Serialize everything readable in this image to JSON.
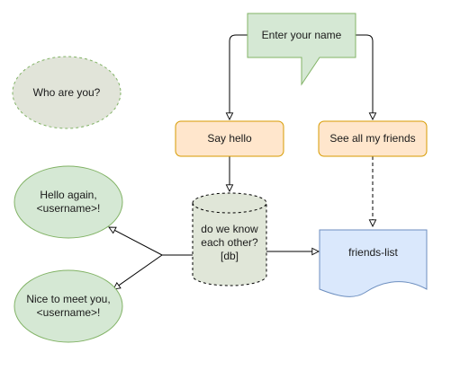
{
  "nodes": {
    "enter_name": "Enter your name",
    "who_are_you": "Who are you?",
    "say_hello": "Say hello",
    "see_friends": "See all my friends",
    "hello_again": "Hello again,\n<username>!",
    "know_each_other": "do we know\neach other?\n[db]",
    "friends_list": "friends-list",
    "nice_to_meet": "Nice to meet you,\n<username>!"
  },
  "colors": {
    "green_fill": "#d5e8d4",
    "green_stroke": "#82b366",
    "grey_fill": "#e1e4d9",
    "orange_fill": "#ffe6cc",
    "orange_stroke": "#d79b00",
    "blue_fill": "#dae8fc",
    "blue_stroke": "#6c8ebf",
    "db_fill": "#e0e6d8",
    "line": "#000000"
  }
}
